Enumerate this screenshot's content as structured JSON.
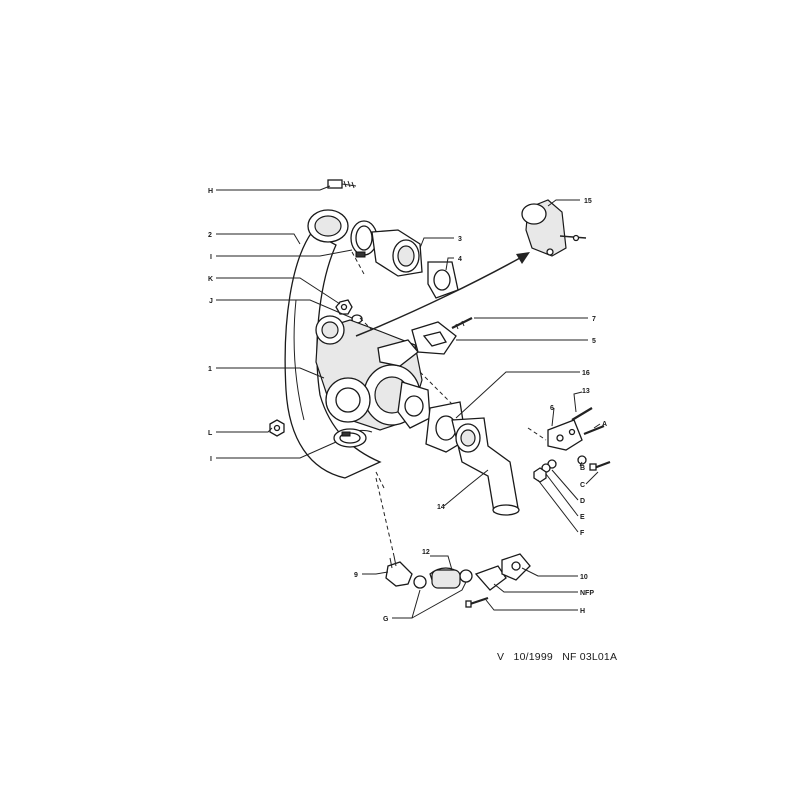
{
  "callouts": {
    "H_top": "H",
    "c2": "2",
    "I_top": "I",
    "K": "K",
    "J": "J",
    "c1": "1",
    "L": "L",
    "I_bottom": "I",
    "c3": "3",
    "c4": "4",
    "c15": "15",
    "c7": "7",
    "c5": "5",
    "c16": "16",
    "c13": "13",
    "c6": "6",
    "A": "A",
    "B": "B",
    "C": "C",
    "D": "D",
    "E": "E",
    "F": "F",
    "c14": "14",
    "c9": "9",
    "c12": "12",
    "c10": "10",
    "NFP": "NFP",
    "H_bottom": "H",
    "G": "G"
  },
  "footer": {
    "reference": "V   10/1999   NF 03L01A"
  }
}
